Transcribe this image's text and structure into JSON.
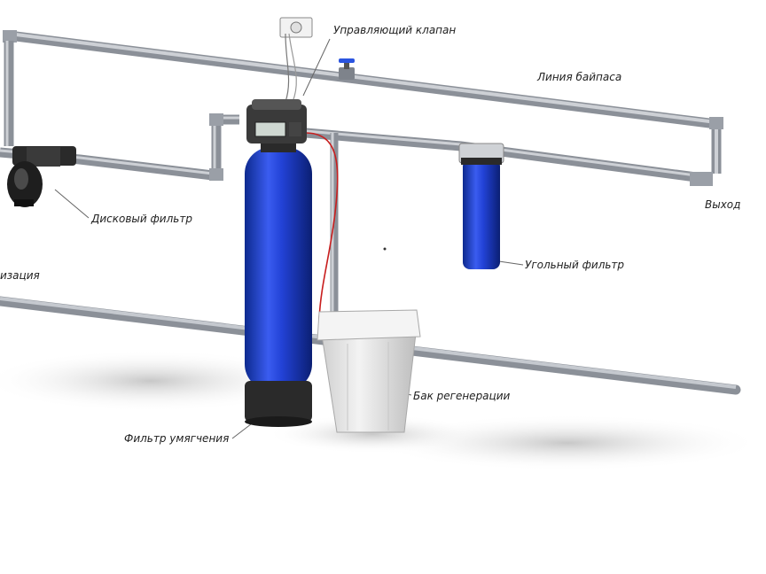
{
  "labels": {
    "control_valve": "Управляющий клапан",
    "bypass_line": "Линия байпаса",
    "outlet": "Выход",
    "disc_filter": "Дисковый фильтр",
    "carbon_filter": "Угольный фильтр",
    "sewer": "изация",
    "brine_tank": "Бак регенерации",
    "softening_filter": "Фильтр умягчения"
  },
  "colors": {
    "pipe": "#b9bdc4",
    "vessel_blue": "#1f3fc4",
    "vessel_base": "#2a2a2a",
    "tank_body": "#e4e4e4",
    "wire": "#c81e1e"
  }
}
